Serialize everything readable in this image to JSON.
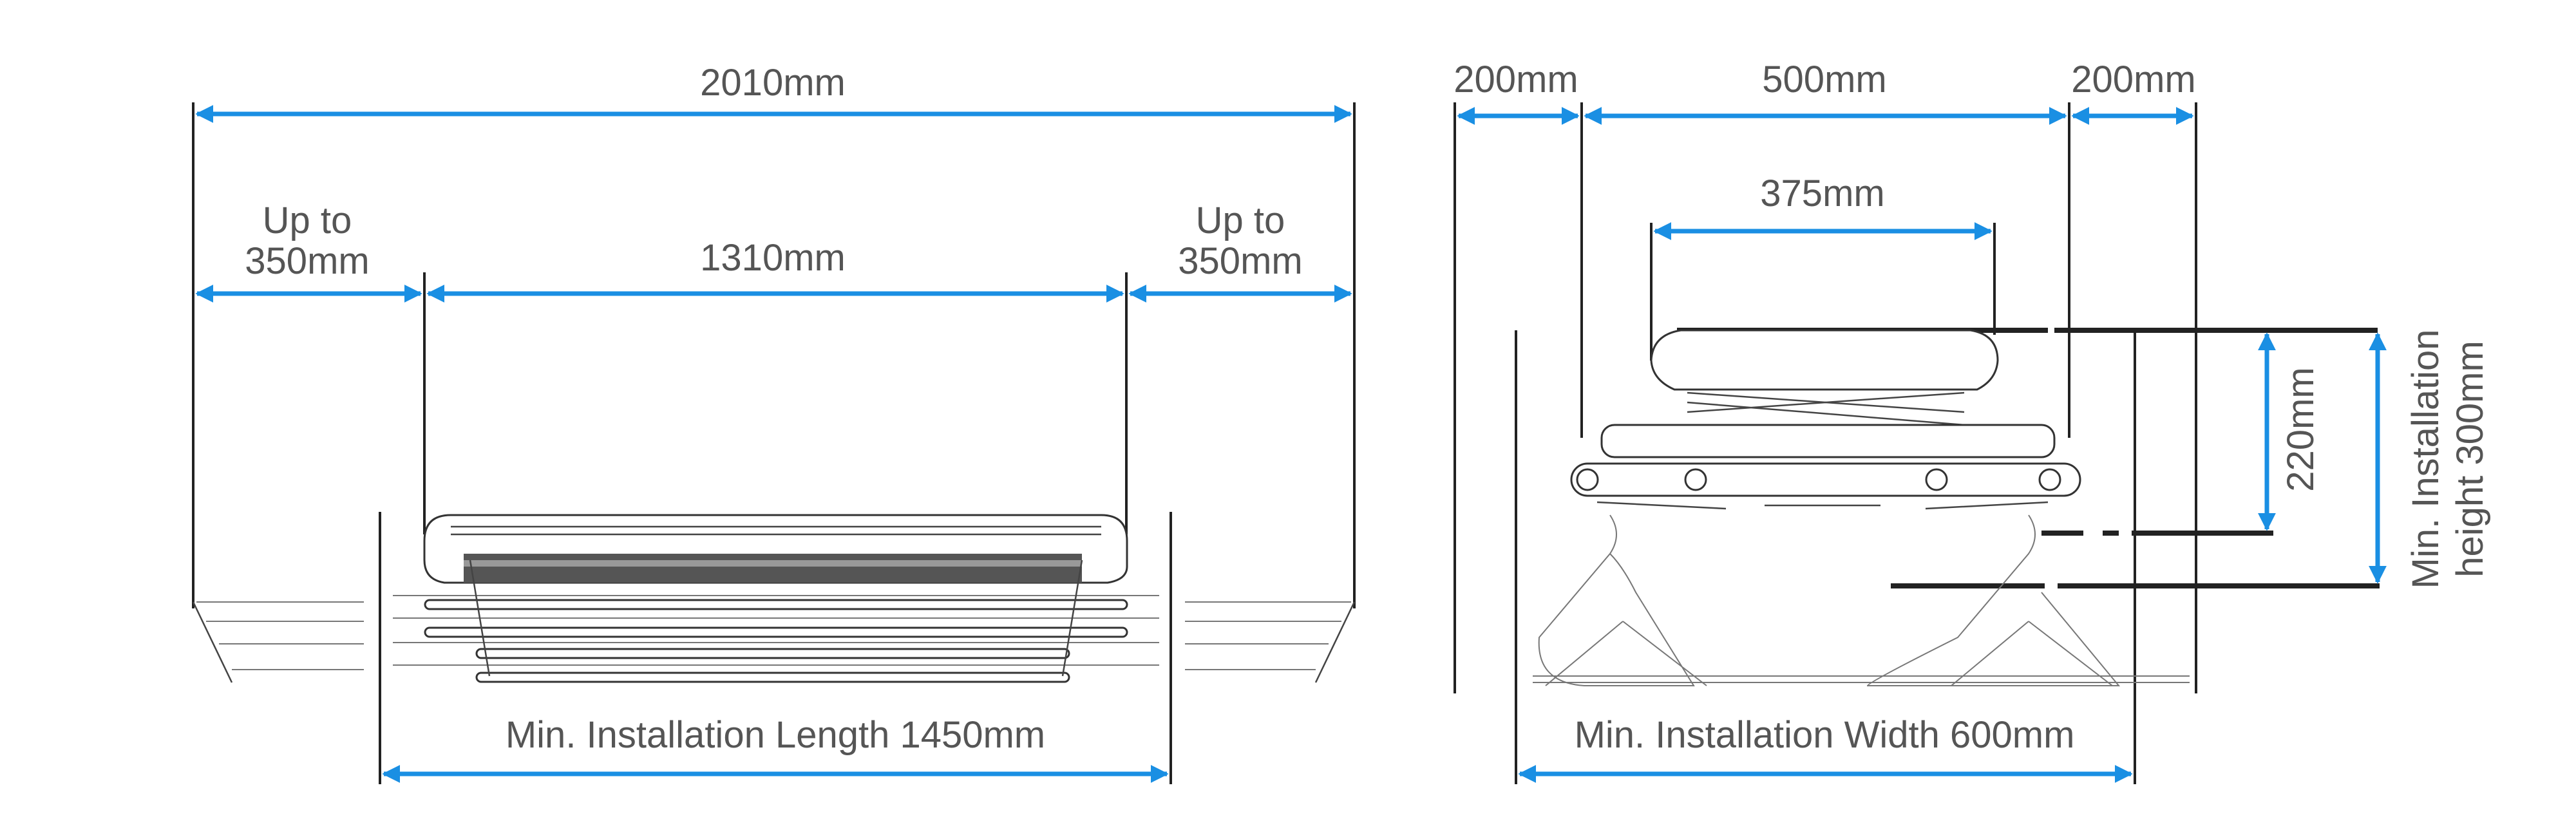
{
  "length_view": {
    "overall": "2010mm",
    "left_extension": [
      "Up to",
      "350mm"
    ],
    "center": "1310mm",
    "right_extension": [
      "Up to",
      "350mm"
    ],
    "min_length": "Min. Installation Length 1450mm"
  },
  "width_view": {
    "left_clearance": "200mm",
    "unit_width": "500mm",
    "right_clearance": "200mm",
    "top_width": "375mm",
    "retracted_height": "220mm",
    "min_height": [
      "Min. Installation",
      "height 300mm"
    ],
    "min_width": "Min. Installation Width 600mm"
  },
  "colors": {
    "dimension": "#1a8fe3",
    "text": "#555555"
  }
}
